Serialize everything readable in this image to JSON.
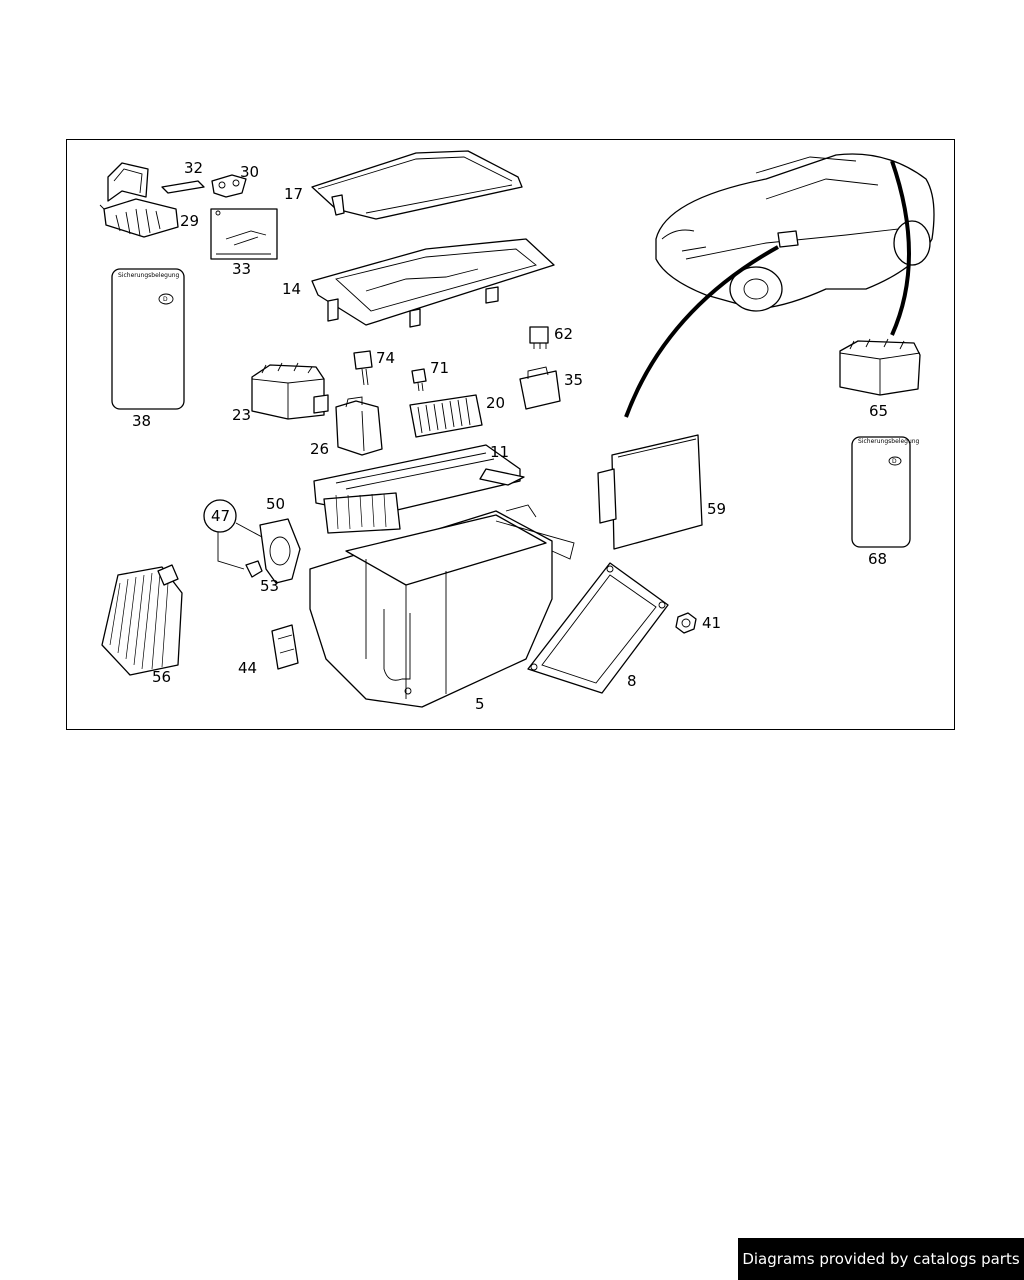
{
  "diagram": {
    "callouts": [
      "32",
      "30",
      "17",
      "29",
      "33",
      "14",
      "38",
      "62",
      "74",
      "71",
      "35",
      "23",
      "20",
      "26",
      "11",
      "65",
      "68",
      "59",
      "50",
      "47",
      "53",
      "56",
      "44",
      "5",
      "8",
      "41"
    ],
    "label_card_title": "Sicherungsbelegung",
    "label_card_badge": "D"
  },
  "footer": {
    "text": "Diagrams provided by catalogs parts"
  }
}
